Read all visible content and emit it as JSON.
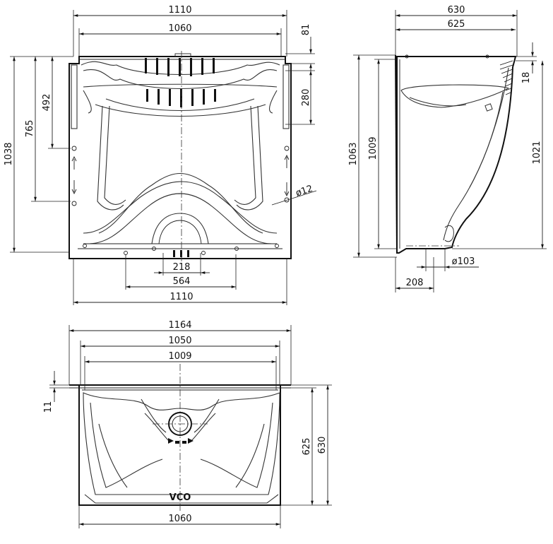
{
  "views": {
    "front": {
      "top_overall_width": "1110",
      "top_inner_width": "1060",
      "right_top_height": "81",
      "right_upper_height": "280",
      "left_outer_height": "1038",
      "left_mid_height": "765",
      "left_upper_height": "492",
      "hole_diameter": "ø12",
      "bottom_small": "218",
      "bottom_mid": "564",
      "bottom_overall": "1110"
    },
    "side": {
      "top_overall_width": "630",
      "top_inner_width": "625",
      "right_top_height": "18",
      "right_overall_height": "1021",
      "left_outer_height": "1063",
      "left_inner_height": "1009",
      "drain_diameter": "ø103",
      "bottom_offset": "208"
    },
    "plan": {
      "top_overall_width": "1164",
      "top_mid_width": "1050",
      "top_inner_width": "1009",
      "left_rim_height": "11",
      "right_inner_depth": "625",
      "right_outer_depth": "630",
      "bottom_width": "1060",
      "logo_text": "VCO"
    }
  }
}
